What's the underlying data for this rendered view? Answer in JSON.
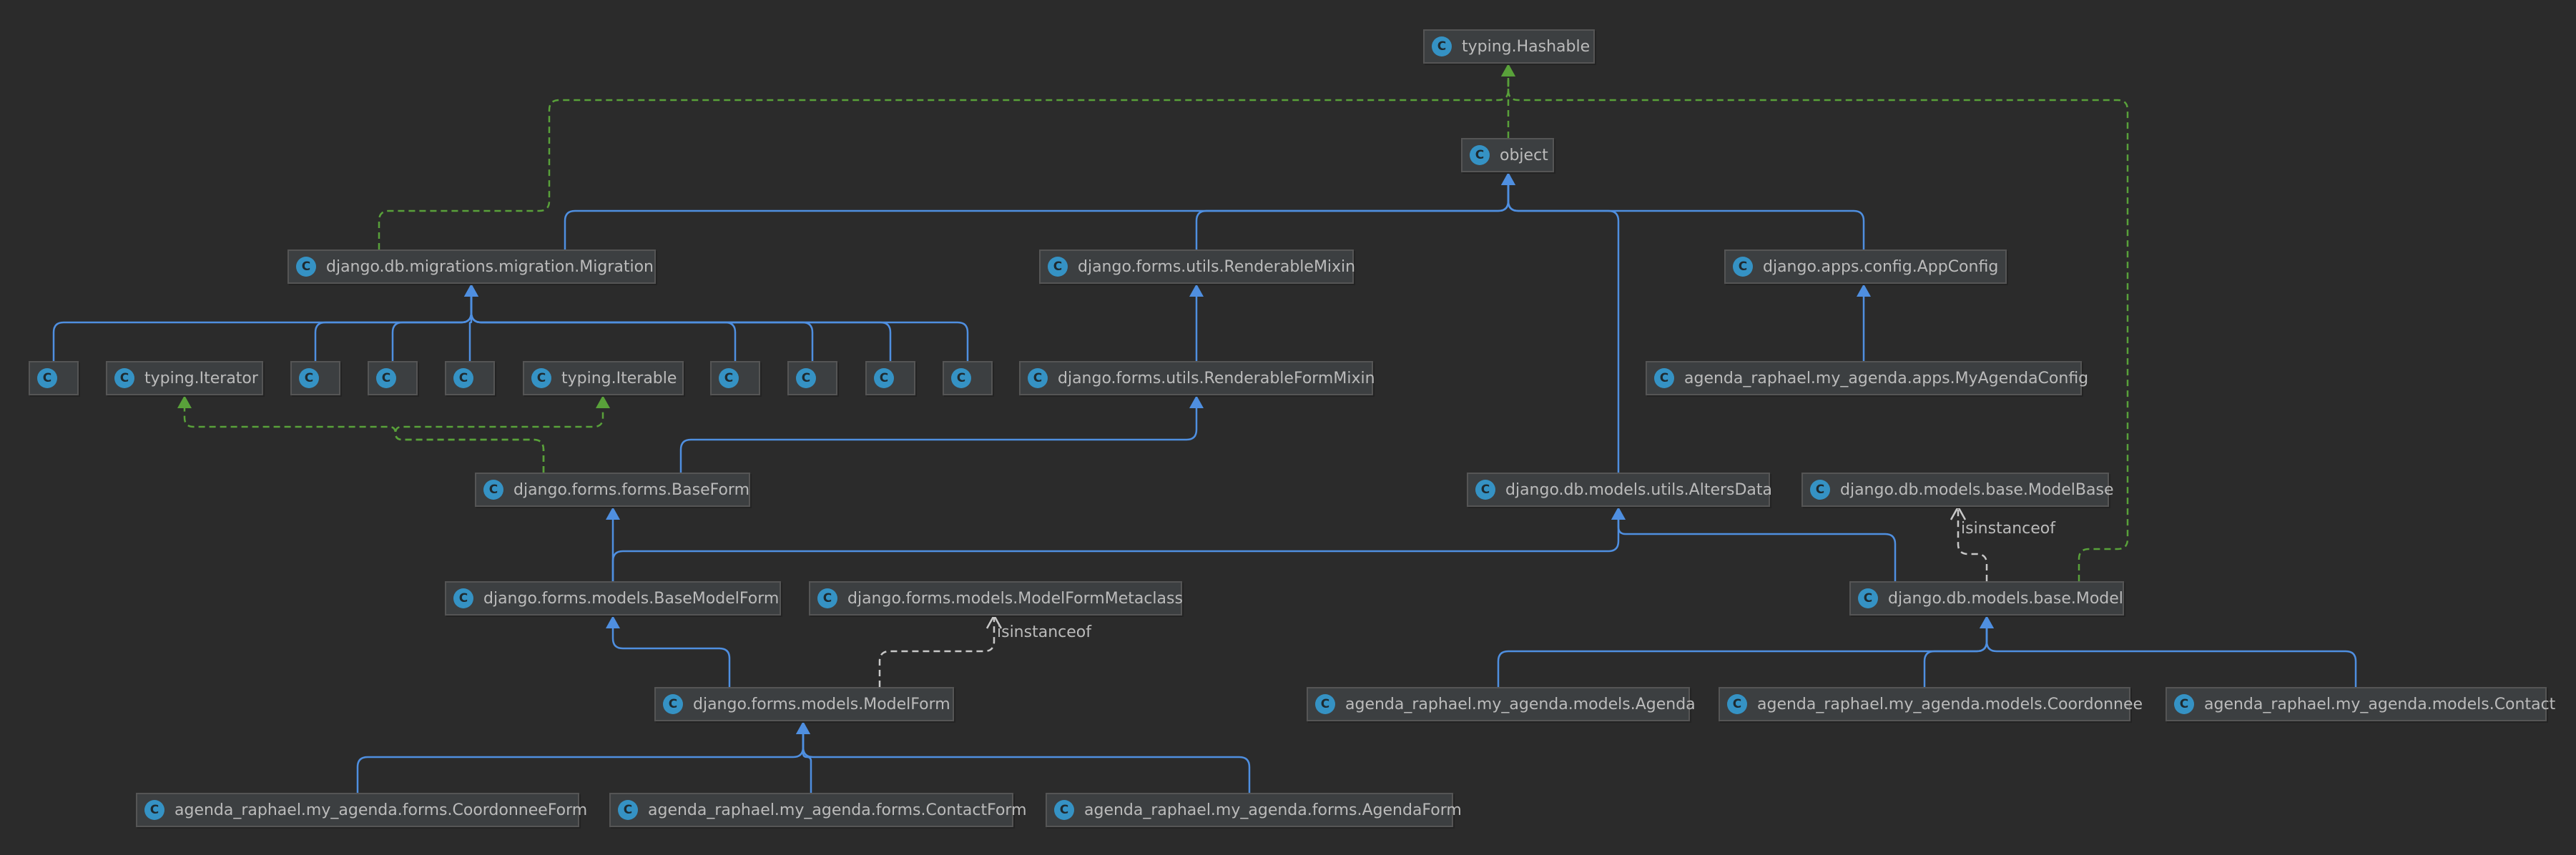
{
  "diagram": {
    "class_icon_glyph": "C",
    "colors": {
      "background": "#2b2b2b",
      "node_bg": "#3c3f41",
      "node_border": "#555555",
      "text": "#bbbbbb",
      "class_icon": "#3592c4",
      "extends_edge": "#4f8fe0",
      "implements_edge": "#59a13a",
      "dependency_edge": "#c8c8c8"
    },
    "nodes": [
      {
        "id": "hashable",
        "label": "typing.Hashable"
      },
      {
        "id": "object",
        "label": "object"
      },
      {
        "id": "migration",
        "label": "django.db.migrations.migration.Migration"
      },
      {
        "id": "renderable_mixin",
        "label": "django.forms.utils.RenderableMixin"
      },
      {
        "id": "appconfig",
        "label": "django.apps.config.AppConfig"
      },
      {
        "id": "mig_child_1",
        "label": ""
      },
      {
        "id": "iterator",
        "label": "typing.Iterator"
      },
      {
        "id": "mig_child_2",
        "label": ""
      },
      {
        "id": "mig_child_3",
        "label": ""
      },
      {
        "id": "mig_child_4",
        "label": ""
      },
      {
        "id": "iterable",
        "label": "typing.Iterable"
      },
      {
        "id": "mig_child_5",
        "label": ""
      },
      {
        "id": "mig_child_6",
        "label": ""
      },
      {
        "id": "mig_child_7",
        "label": ""
      },
      {
        "id": "mig_child_8",
        "label": ""
      },
      {
        "id": "renderable_form_mixin",
        "label": "django.forms.utils.RenderableFormMixin"
      },
      {
        "id": "my_agenda_config",
        "label": "agenda_raphael.my_agenda.apps.MyAgendaConfig"
      },
      {
        "id": "baseform",
        "label": "django.forms.forms.BaseForm"
      },
      {
        "id": "alters_data",
        "label": "django.db.models.utils.AltersData"
      },
      {
        "id": "modelbase",
        "label": "django.db.models.base.ModelBase"
      },
      {
        "id": "basemodelform",
        "label": "django.forms.models.BaseModelForm"
      },
      {
        "id": "modelform_metaclass",
        "label": "django.forms.models.ModelFormMetaclass"
      },
      {
        "id": "model",
        "label": "django.db.models.base.Model"
      },
      {
        "id": "modelform",
        "label": "django.forms.models.ModelForm"
      },
      {
        "id": "agenda_model",
        "label": "agenda_raphael.my_agenda.models.Agenda"
      },
      {
        "id": "coordonnee_model",
        "label": "agenda_raphael.my_agenda.models.Coordonnee"
      },
      {
        "id": "contact_model",
        "label": "agenda_raphael.my_agenda.models.Contact"
      },
      {
        "id": "coordonnee_form",
        "label": "agenda_raphael.my_agenda.forms.CoordonneeForm"
      },
      {
        "id": "contact_form",
        "label": "agenda_raphael.my_agenda.forms.ContactForm"
      },
      {
        "id": "agenda_form",
        "label": "agenda_raphael.my_agenda.forms.AgendaForm"
      }
    ],
    "edges": [
      {
        "from": "object",
        "to": "hashable",
        "kind": "implements"
      },
      {
        "from": "migration",
        "to": "hashable",
        "kind": "implements"
      },
      {
        "from": "model",
        "to": "hashable",
        "kind": "implements"
      },
      {
        "from": "migration",
        "to": "object",
        "kind": "extends"
      },
      {
        "from": "renderable_mixin",
        "to": "object",
        "kind": "extends"
      },
      {
        "from": "appconfig",
        "to": "object",
        "kind": "extends"
      },
      {
        "from": "alters_data",
        "to": "object",
        "kind": "extends"
      },
      {
        "from": "mig_child_1",
        "to": "migration",
        "kind": "extends"
      },
      {
        "from": "mig_child_2",
        "to": "migration",
        "kind": "extends"
      },
      {
        "from": "mig_child_3",
        "to": "migration",
        "kind": "extends"
      },
      {
        "from": "mig_child_4",
        "to": "migration",
        "kind": "extends"
      },
      {
        "from": "mig_child_5",
        "to": "migration",
        "kind": "extends"
      },
      {
        "from": "mig_child_6",
        "to": "migration",
        "kind": "extends"
      },
      {
        "from": "mig_child_7",
        "to": "migration",
        "kind": "extends"
      },
      {
        "from": "mig_child_8",
        "to": "migration",
        "kind": "extends"
      },
      {
        "from": "renderable_form_mixin",
        "to": "renderable_mixin",
        "kind": "extends"
      },
      {
        "from": "my_agenda_config",
        "to": "appconfig",
        "kind": "extends"
      },
      {
        "from": "baseform",
        "to": "renderable_form_mixin",
        "kind": "extends"
      },
      {
        "from": "baseform",
        "to": "iterator",
        "kind": "implements"
      },
      {
        "from": "baseform",
        "to": "iterable",
        "kind": "implements"
      },
      {
        "from": "basemodelform",
        "to": "baseform",
        "kind": "extends"
      },
      {
        "from": "basemodelform",
        "to": "alters_data",
        "kind": "extends"
      },
      {
        "from": "model",
        "to": "alters_data",
        "kind": "extends"
      },
      {
        "from": "model",
        "to": "modelbase",
        "kind": "dependency",
        "label": "isinstanceof"
      },
      {
        "from": "modelform",
        "to": "basemodelform",
        "kind": "extends"
      },
      {
        "from": "modelform",
        "to": "modelform_metaclass",
        "kind": "dependency",
        "label": "isinstanceof"
      },
      {
        "from": "agenda_model",
        "to": "model",
        "kind": "extends"
      },
      {
        "from": "coordonnee_model",
        "to": "model",
        "kind": "extends"
      },
      {
        "from": "contact_model",
        "to": "model",
        "kind": "extends"
      },
      {
        "from": "coordonnee_form",
        "to": "modelform",
        "kind": "extends"
      },
      {
        "from": "contact_form",
        "to": "modelform",
        "kind": "extends"
      },
      {
        "from": "agenda_form",
        "to": "modelform",
        "kind": "extends"
      }
    ]
  }
}
